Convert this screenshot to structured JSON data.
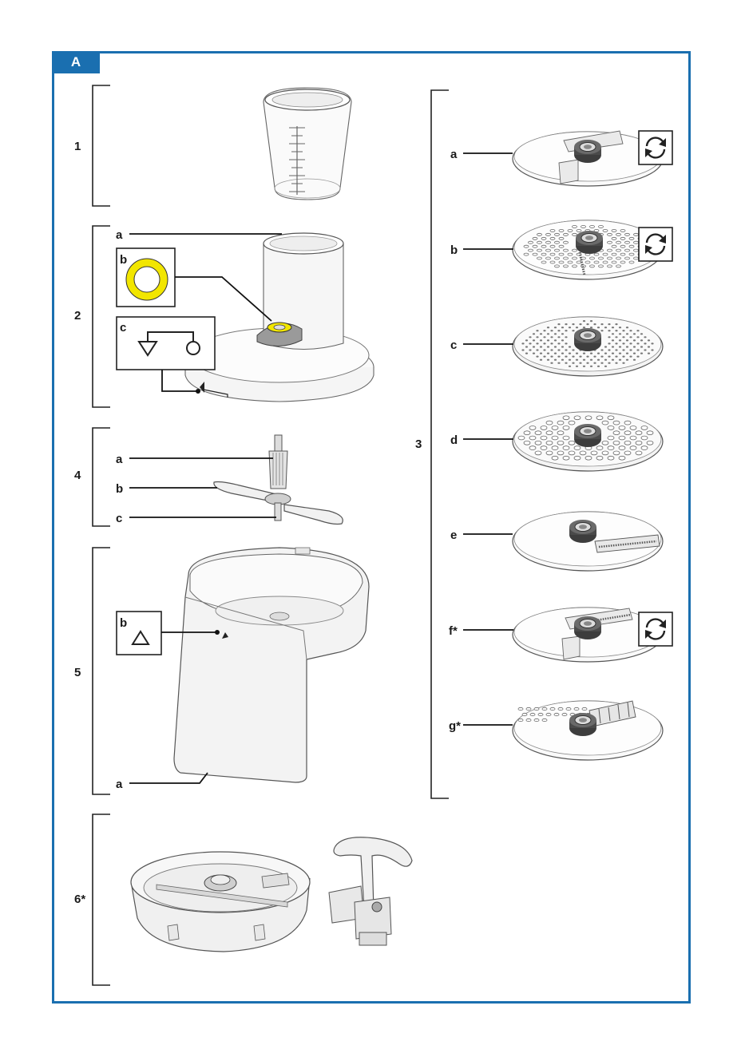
{
  "panel": {
    "tab": "A"
  },
  "sections": {
    "s1": "1",
    "s2": "2",
    "s3": "3",
    "s4": "4",
    "s5": "5",
    "s6": "6*"
  },
  "section2": {
    "a": "a",
    "b": "b",
    "c": "c"
  },
  "section3": {
    "a": "a",
    "b": "b",
    "c": "c",
    "d": "d",
    "e": "e",
    "f": "f*",
    "g": "g*"
  },
  "section4": {
    "a": "a",
    "b": "b",
    "c": "c"
  },
  "section5": {
    "a": "a",
    "b": "b"
  },
  "icons": {
    "reversible": "reversible-arrows-icon",
    "ring": "yellow-ring-icon",
    "valve": "triangle-circle-symbol-icon",
    "triangle": "triangle-symbol-icon"
  },
  "colors": {
    "accent": "#1a6fb0",
    "highlight": "#f2e600"
  }
}
